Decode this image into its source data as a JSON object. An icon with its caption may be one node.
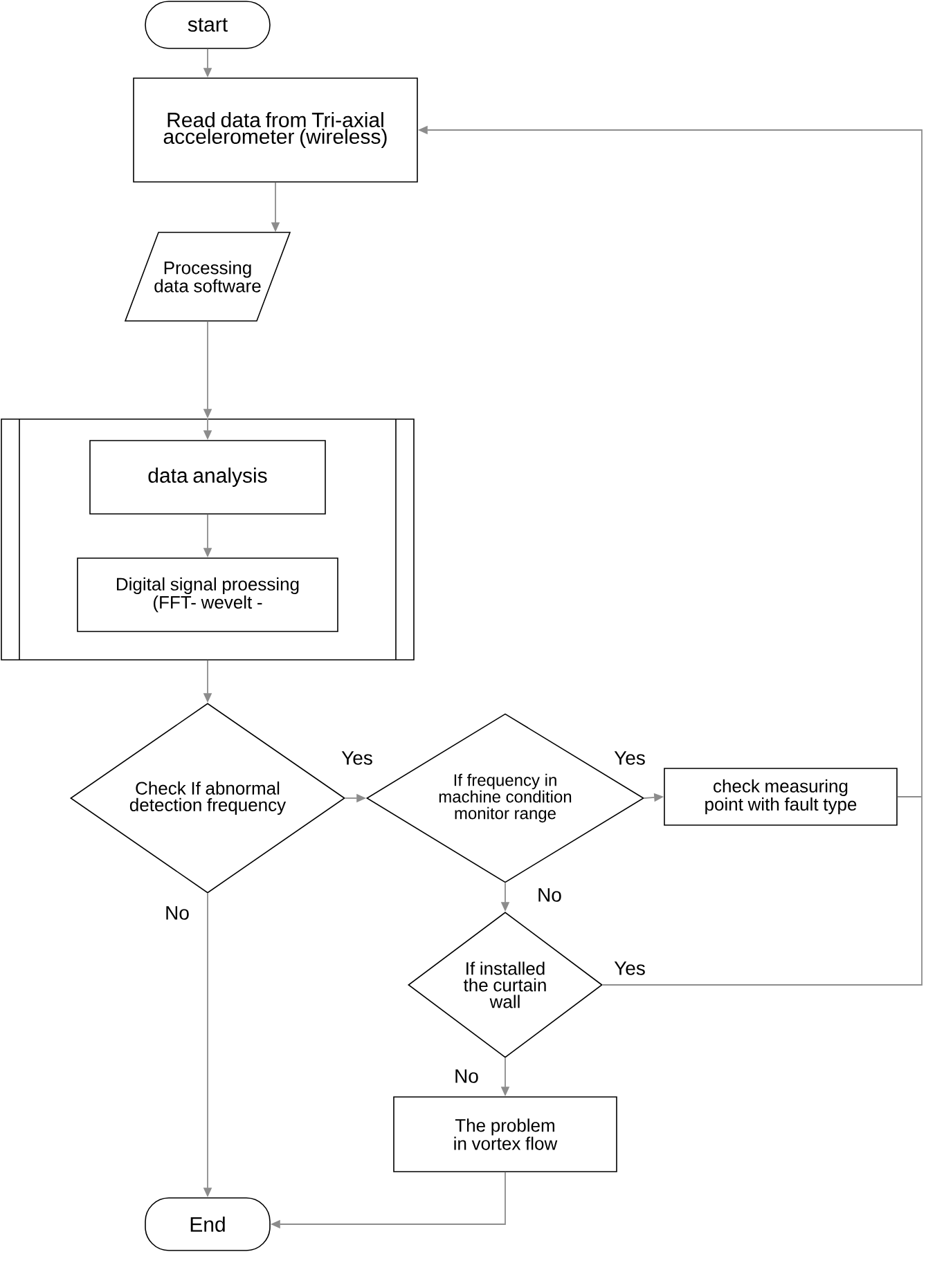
{
  "diagram": {
    "nodes": [
      {
        "text": [
          "start"
        ]
      },
      {
        "text": [
          "Read data from Tri-axial accelerometer (wireless)"
        ]
      },
      {
        "text": [
          "Processing data software"
        ]
      },
      {
        "text": [],
        "shape": "box"
      },
      {
        "text": [
          "data analysis"
        ],
        "in": 3
      },
      {
        "text": [
          "Digital signal proessing (FFT- wevelt -"
        ],
        "in": 3
      },
      {
        "text": [
          "Check If abnormal detection frequency"
        ]
      },
      {
        "text": [
          "If frequency in machine condition monitor range"
        ]
      },
      {
        "text": [
          "check measuring point with fault type"
        ]
      },
      {
        "text": [
          "If installed the curtain wall"
        ]
      },
      {
        "text": [
          "The problem in vortex flow"
        ]
      },
      {
        "text": [
          "End"
        ]
      }
    ],
    "edges": [
      {
        "from": 0,
        "to": 1,
        "arrow": "to"
      },
      {
        "from": 1,
        "to": 2,
        "arrow": "to"
      },
      {
        "from": 2,
        "to": 3,
        "arrow": "to"
      },
      {
        "from": 3,
        "to": 4,
        "arrow": "to"
      },
      {
        "from": 4,
        "to": 5,
        "arrow": "to"
      },
      {
        "from": 3,
        "to": 6,
        "arrow": "to"
      },
      {
        "from": 6,
        "to": 7,
        "arrow": "to",
        "label": "Yes"
      },
      {
        "from": 7,
        "to": 8,
        "arrow": "to",
        "label": "Yes"
      },
      {
        "from": 8,
        "to": 1,
        "arrow": "to"
      },
      {
        "from": 7,
        "to": 9,
        "arrow": "to",
        "label": "No"
      },
      {
        "from": 9,
        "to": 1,
        "arrow": "to",
        "label": "Yes"
      },
      {
        "from": 9,
        "to": 10,
        "arrow": "to",
        "label": "No"
      },
      {
        "from": 6,
        "to": 11,
        "arrow": "to",
        "label": "No"
      },
      {
        "from": 10,
        "to": 11,
        "arrow": "to"
      }
    ]
  }
}
